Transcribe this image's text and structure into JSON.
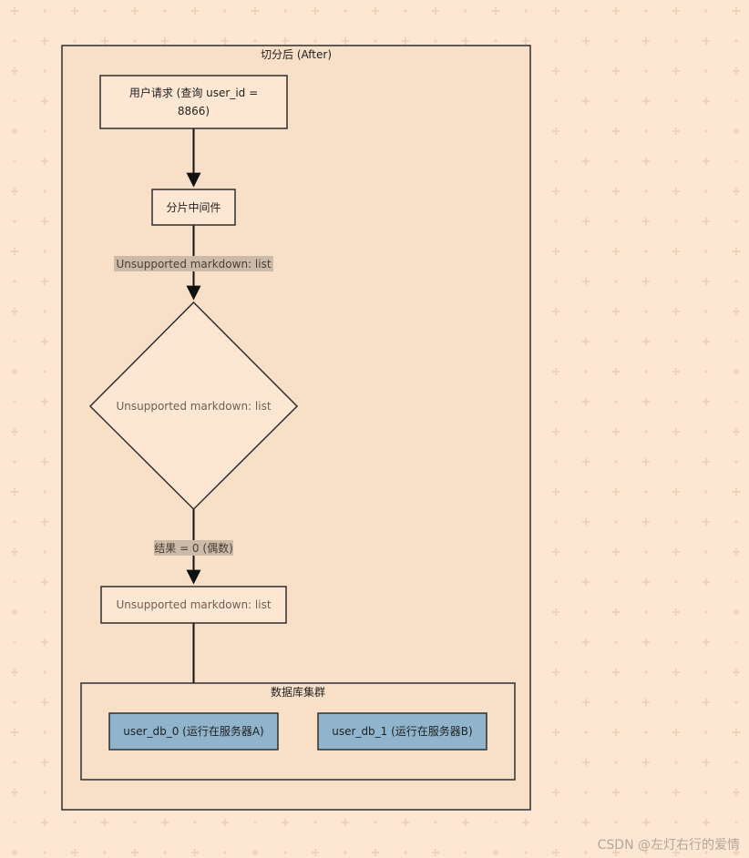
{
  "colors": {
    "page_bg": "#fde6d2",
    "grid_mark": "#f0d2b8",
    "cluster_fill": "#f8e0c8",
    "node_fill": "#fde6d2",
    "node_stroke": "#2f2f2f",
    "db_node_fill": "#8fb4cb",
    "edge_label_bg": "#cbbaa8"
  },
  "clusters": {
    "after": {
      "title": "切分后 (After)"
    },
    "db_cluster": {
      "title": "数据库集群"
    }
  },
  "nodes": {
    "user_request": {
      "line1": "用户请求 (查询 user_id =",
      "line2": "8866)"
    },
    "sharding_middleware": {
      "label": "分片中间件"
    },
    "decision": {
      "label": "Unsupported markdown: list",
      "shape": "diamond"
    },
    "route": {
      "label": "Unsupported markdown: list"
    },
    "db0": {
      "label": "user_db_0 (运行在服务器A)"
    },
    "db1": {
      "label": "user_db_1 (运行在服务器B)"
    }
  },
  "edges": {
    "middleware_to_decision": {
      "label": "Unsupported markdown: list"
    },
    "decision_to_route": {
      "label": "结果 = 0 (偶数)"
    }
  },
  "watermark": "CSDN @左灯右行的爱情"
}
